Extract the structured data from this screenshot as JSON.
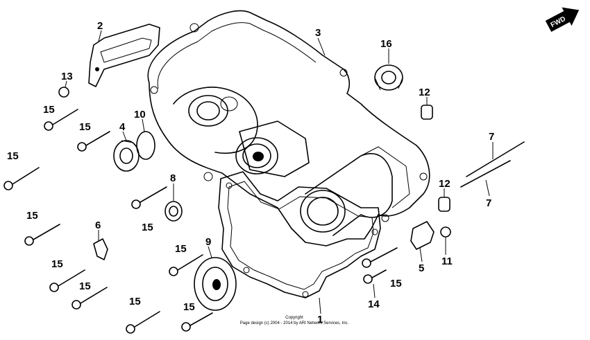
{
  "fwd_label": "FWD",
  "copyright": {
    "line1": "Copyright",
    "line2": "Page design (c) 2004 - 2014 by ARI Network Services, Inc."
  },
  "labels": {
    "p1": "1",
    "p2": "2",
    "p3": "3",
    "p4": "4",
    "p5": "5",
    "p6": "6",
    "p7a": "7",
    "p7b": "7",
    "p8": "8",
    "p9": "9",
    "p10": "10",
    "p11": "11",
    "p12a": "12",
    "p12b": "12",
    "p13": "13",
    "p14": "14",
    "p15a": "15",
    "p15b": "15",
    "p15c": "15",
    "p15d": "15",
    "p15e": "15",
    "p15f": "15",
    "p15g": "15",
    "p15h": "15",
    "p15i": "15",
    "p15j": "15",
    "p15k": "15",
    "p16": "16"
  }
}
